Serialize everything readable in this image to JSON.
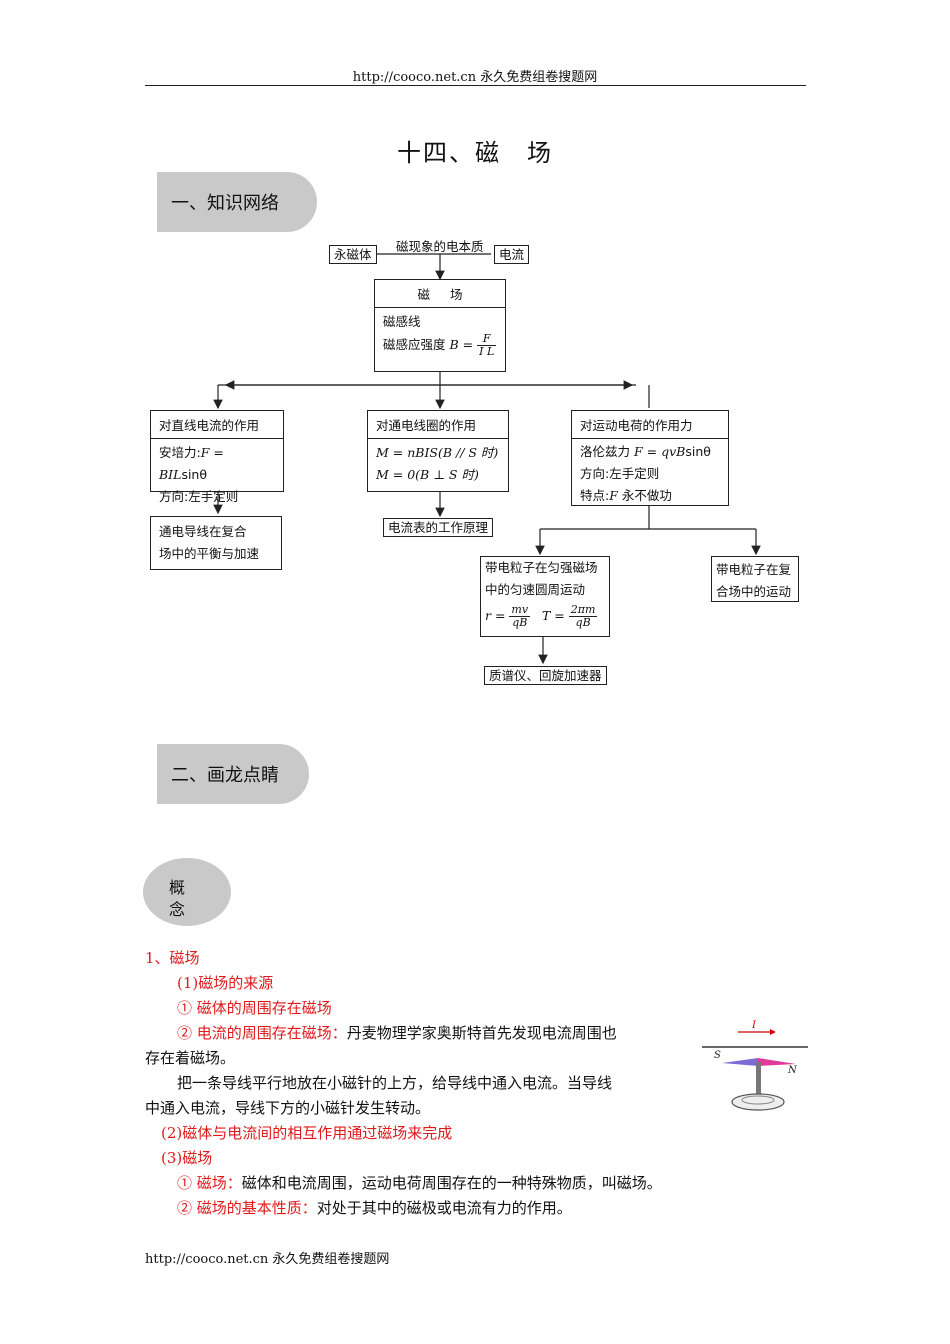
{
  "header": {
    "text": "http://cooco.net.cn 永久免费组卷搜题网"
  },
  "title": {
    "part1": "十四、磁",
    "part2": "场"
  },
  "section1": {
    "label": "一、知识网络"
  },
  "section2": {
    "label": "二、画龙点睛"
  },
  "concept": {
    "char1": "概",
    "char2": "念"
  },
  "diagram": {
    "top_left": "永磁体",
    "top_mid": "磁现象的电本质",
    "top_right": "电流",
    "center": {
      "head_a": "磁",
      "head_b": "场",
      "line1": "磁感线",
      "line2_prefix": "磁感应强度 ",
      "line2_var": "B =",
      "frac_n": "F",
      "frac_d": "I L"
    },
    "left": {
      "head": "对直线电流的作用",
      "line1_prefix": "安培力:",
      "line1_formula": "F = BIL",
      "line1_suffix": "sinθ",
      "line2": "方向:左手定则"
    },
    "mid": {
      "head": "对通电线圈的作用",
      "line1": "M = nBIS(B // S 时)",
      "line2": "M = 0(B ⊥ S 时)"
    },
    "right": {
      "head": "对运动电荷的作用力",
      "line1_prefix": "洛伦兹力 ",
      "line1_formula": "F = qvB",
      "line1_suffix": "sinθ",
      "line2": "方向:左手定则",
      "line3_prefix": "特点:",
      "line3_var": "F",
      "line3_suffix": " 永不做功"
    },
    "left_child": {
      "line1": "通电导线在复合",
      "line2": "场中的平衡与加速"
    },
    "mid_child": "电流表的工作原理",
    "uniform": {
      "line1": "带电粒子在匀强磁场",
      "line2": "中的匀速圆周运动",
      "r_label": "r =",
      "r_n": "mv",
      "r_d": "qB",
      "t_label": "T =",
      "t_n": "2πm",
      "t_d": "qB"
    },
    "composite": {
      "line1": "带电粒子在复",
      "line2": "合场中的运动"
    },
    "bottom": "质谱仪、回旋加速器"
  },
  "content": {
    "h1": "1、磁场",
    "s1": "(1)磁场的来源",
    "s1a": "① 磁体的周围存在磁场",
    "s1b_red": "② 电流的周围存在磁场：",
    "s1b_black": "丹麦物理学家奥斯特首先发现电流周围也",
    "s1b_cont": "存在着磁场。",
    "p1": "把一条导线平行地放在小磁针的上方，给导线中通入电流。当导线",
    "p1_cont": "中通入电流，导线下方的小磁针发生转动。",
    "s2": "(2)磁体与电流间的相互作用通过磁场来完成",
    "s3": "(3)磁场",
    "s3a_red": "① 磁场：",
    "s3a_black": "磁体和电流周围，运动电荷周围存在的一种特殊物质，叫磁场。",
    "s3b_red": "② 磁场的基本性质：",
    "s3b_black": "对处于其中的磁极或电流有力的作用。"
  },
  "figure": {
    "current_label": "I",
    "s_label": "S",
    "n_label": "N"
  },
  "footer": {
    "text": "http://cooco.net.cn 永久免费组卷搜题网"
  }
}
